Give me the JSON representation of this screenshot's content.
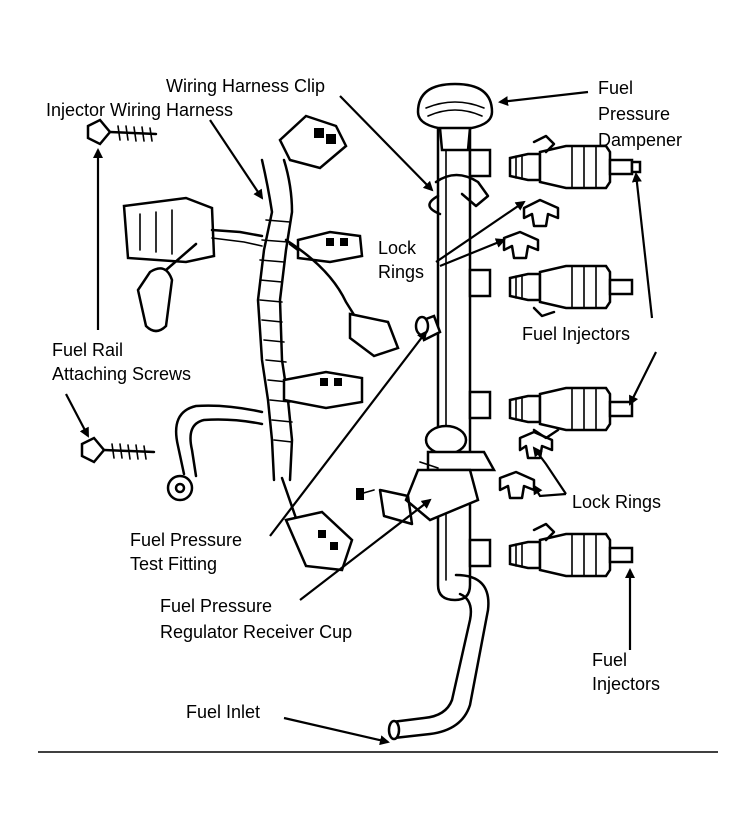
{
  "labels": {
    "wiring_harness_clip": "Wiring Harness Clip",
    "injector_wiring_harness": "Injector Wiring Harness",
    "fuel_pressure_dampener": [
      "Fuel",
      "Pressure",
      "Dampener"
    ],
    "lock_rings_upper": [
      "Lock",
      "Rings"
    ],
    "fuel_rail_attaching_screws": [
      "Fuel Rail",
      "Attaching Screws"
    ],
    "fuel_injectors_upper": "Fuel  Injectors",
    "lock_rings_lower": "Lock Rings",
    "fuel_pressure_test_fitting": [
      "Fuel Pressure",
      "Test Fitting"
    ],
    "fuel_pressure_regulator_receiver_cup": [
      "Fuel Pressure",
      "Regulator Receiver Cup"
    ],
    "fuel_injectors_lower": [
      "Fuel",
      "Injectors"
    ],
    "fuel_inlet": "Fuel Inlet"
  }
}
